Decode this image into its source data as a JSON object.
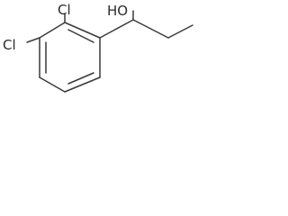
{
  "structure": {
    "atoms": {
      "cl_top": "Cl",
      "cl_left": "Cl",
      "hydroxyl": "HO"
    },
    "colors": {
      "bond": "#3a3a3a",
      "label": "#2b2b2b",
      "background": "#ffffff"
    }
  }
}
